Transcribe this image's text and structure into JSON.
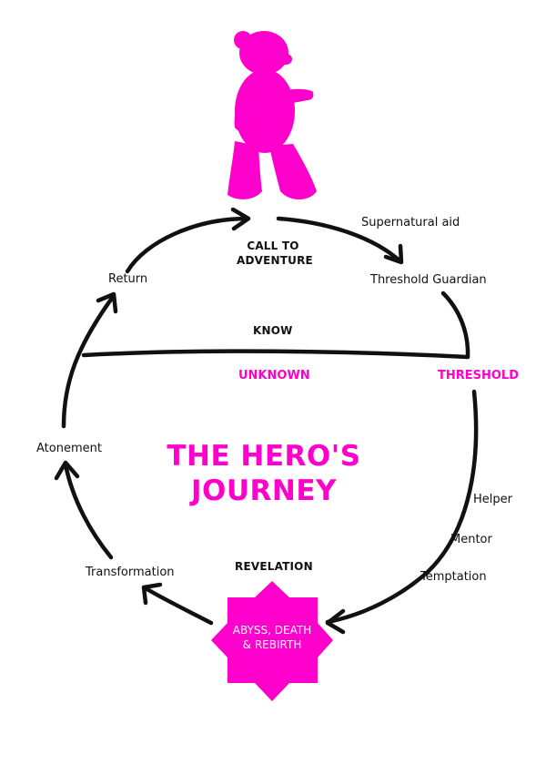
{
  "colors": {
    "accent": "#ff00cc",
    "ink": "#111111",
    "background": "#ffffff"
  },
  "figure": {
    "icon": "walking-bear-icon"
  },
  "title": {
    "line1": "THE HERO'S",
    "line2": "JOURNEY"
  },
  "stages": {
    "call_line1": "CALL TO",
    "call_line2": "ADVENTURE",
    "supernatural_aid": "Supernatural aid",
    "threshold_guardian": "Threshold Guardian",
    "know": "KNOW",
    "unknown": "UNKNOWN",
    "threshold": "THRESHOLD",
    "helper": "Helper",
    "mentor": "Mentor",
    "temptation": "Temptation",
    "revelation": "REVELATION",
    "abyss_line1": "ABYSS, DEATH",
    "abyss_line2": "& REBIRTH",
    "transformation": "Transformation",
    "atonement": "Atonement",
    "return": "Return"
  }
}
